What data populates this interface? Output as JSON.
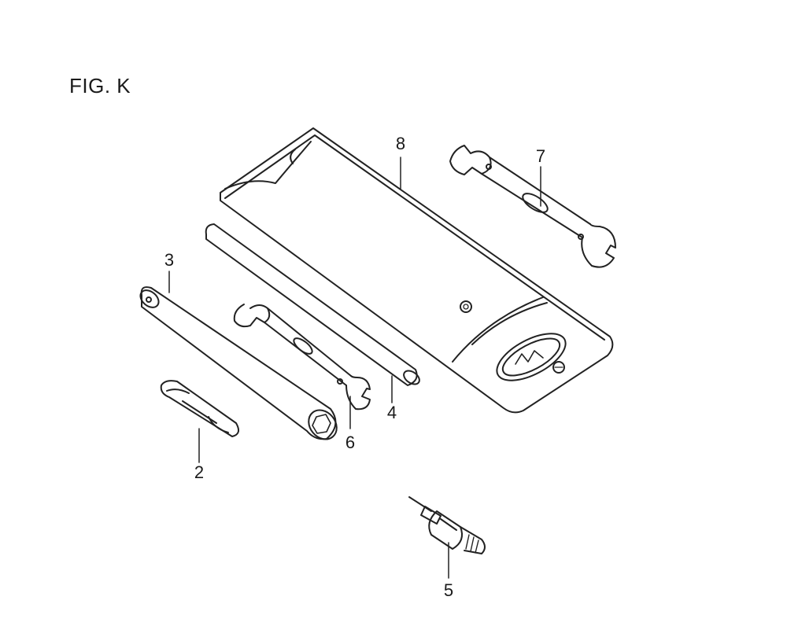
{
  "figure": {
    "title": "FIG. K"
  },
  "callouts": {
    "part_2": "2",
    "part_3": "3",
    "part_4": "4",
    "part_5": "5",
    "part_6": "6",
    "part_7": "7",
    "part_8": "8"
  }
}
